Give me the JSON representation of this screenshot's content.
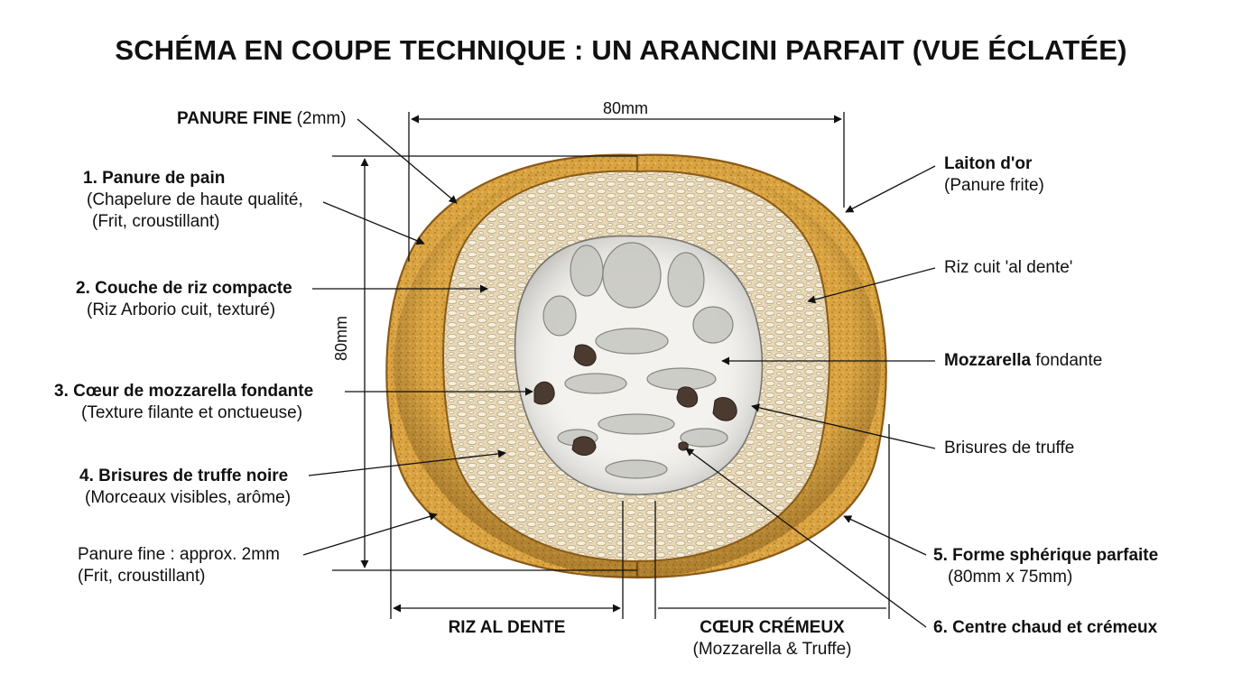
{
  "title": "SCHÉMA EN COUPE TECHNIQUE : UN ARANCINI PARFAIT (VUE ÉCLATÉE)",
  "dimensions": {
    "width_label": "80mm",
    "height_label": "80mm"
  },
  "left_labels": {
    "panure_fine_top": {
      "bold": "PANURE FINE",
      "normal": " (2mm)"
    },
    "item1": {
      "bold": "1. Panure de pain",
      "line2": "(Chapelure de haute qualité,",
      "line3": "(Frit, croustillant)"
    },
    "item2": {
      "bold": "2. Couche de riz compacte",
      "line2": "(Riz Arborio cuit, texturé)"
    },
    "item3": {
      "bold": "3. Cœur de mozzarella fondante",
      "line2": "(Texture filante et onctueuse)"
    },
    "item4": {
      "bold": "4. Brisures de truffe noire",
      "line2": "(Morceaux visibles, arôme)"
    },
    "panure_fine_bottom": {
      "line1": "Panure fine : approx. 2mm",
      "line2": "(Frit, croustillant)"
    }
  },
  "right_labels": {
    "laiton": {
      "bold": "Laiton d'or",
      "line2": "(Panure frite)"
    },
    "riz_cuit": {
      "text": "Riz cuit 'al dente'"
    },
    "mozzarella": {
      "bold": "Mozzarella",
      "normal": " fondante"
    },
    "brisures": {
      "text": "Brisures de truffe"
    },
    "item5": {
      "bold": "5. Forme sphérique parfaite",
      "line2": "(80mm x 75mm)"
    },
    "item6": {
      "bold": "6. Centre chaud et crémeux"
    }
  },
  "bottom_labels": {
    "riz": {
      "bold": "RIZ AL DENTE"
    },
    "coeur": {
      "bold": "CŒUR CRÉMEUX",
      "line2": "(Mozzarella & Truffe)"
    }
  },
  "colors": {
    "crust": "#d9a441",
    "crust_dark": "#b57a22",
    "rice_bg": "#e9dcc0",
    "rice_grain": "#f4ecd8",
    "cheese": "#f3f2ee",
    "cheese_shadow": "#a7a7a2",
    "truffle": "#4a3a30"
  }
}
